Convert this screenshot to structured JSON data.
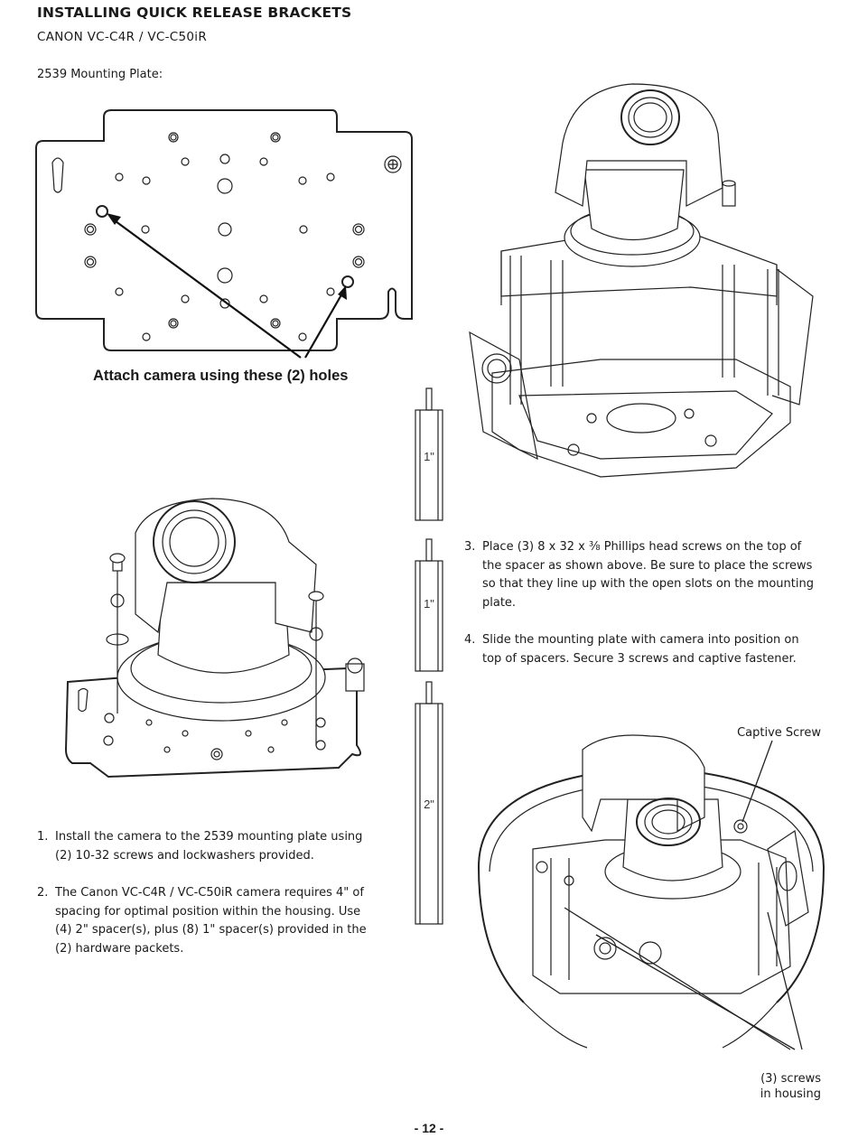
{
  "header": {
    "title": "INSTALLING QUICK RELEASE BRACKETS",
    "subtitle": "CANON VC-C4R / VC-C50iR"
  },
  "plate": {
    "label": "2539 Mounting Plate:",
    "attach_caption": "Attach camera using these (2) holes"
  },
  "spacers": [
    {
      "label": "1\""
    },
    {
      "label": "1\""
    },
    {
      "label": "2\""
    }
  ],
  "steps": [
    {
      "number": "1.",
      "text": "Install the camera to the 2539 mounting plate using (2) 10-32 screws and lockwashers provided."
    },
    {
      "number": "2.",
      "text": "The Canon VC-C4R / VC-C50iR camera requires 4\" of spacing for optimal position within the housing. Use (4) 2\" spacer(s), plus (8) 1\" spacer(s) provided in the (2) hardware packets."
    },
    {
      "number": "3.",
      "text": "Place (3) 8 x 32 x ⅜ Phillips head screws on the top of the spacer as shown above. Be sure to place the screws so that they line up with the open slots on the mounting plate."
    },
    {
      "number": "4.",
      "text": "Slide the mounting plate with camera into position on top of spacers. Secure 3 screws and captive fastener."
    }
  ],
  "callouts": {
    "captive_screw": "Captive Screw",
    "screws_line1": "(3) screws",
    "screws_line2": "in housing"
  },
  "footer": {
    "page_number": "- 12 -"
  }
}
